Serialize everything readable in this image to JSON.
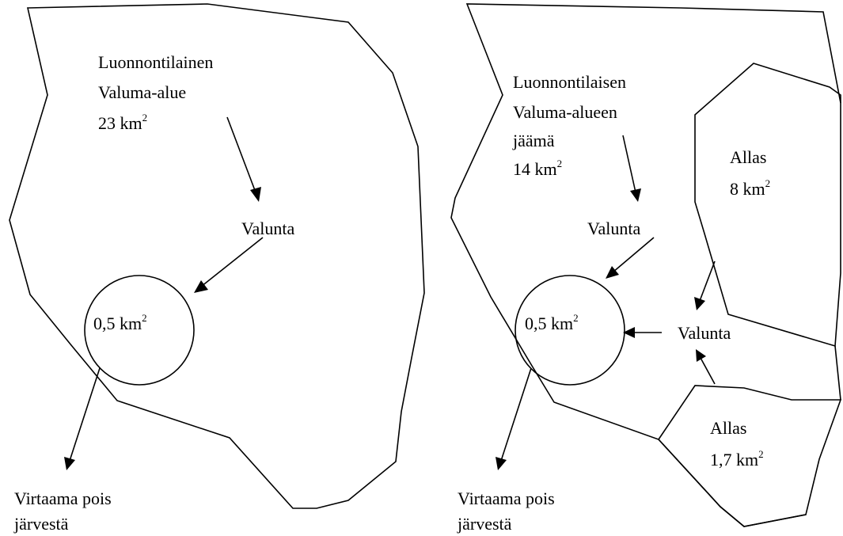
{
  "left_panel": {
    "catchment_label": [
      "Luonnontilainen",
      "Valuma-alue"
    ],
    "catchment_area": {
      "value": "23 km",
      "sup": "2"
    },
    "runoff_label": "Valunta",
    "lake_area": {
      "value": "0,5 km",
      "sup": "2"
    },
    "outflow_label": [
      "Virtaama pois",
      "järvestä"
    ]
  },
  "right_panel": {
    "catchment_label": [
      "Luonnontilaisen",
      "Valuma-alueen",
      "jäämä"
    ],
    "catchment_area": {
      "value": "14 km",
      "sup": "2"
    },
    "runoff_label": "Valunta",
    "runoff_label_2": "Valunta",
    "lake_area": {
      "value": "0,5 km",
      "sup": "2"
    },
    "reservoir_1": {
      "label": "Allas",
      "area": {
        "value": "8 km",
        "sup": "2"
      }
    },
    "reservoir_2": {
      "label": "Allas",
      "area": {
        "value": "1,7 km",
        "sup": "2"
      }
    },
    "outflow_label": [
      "Virtaama pois",
      "järvestä"
    ]
  }
}
